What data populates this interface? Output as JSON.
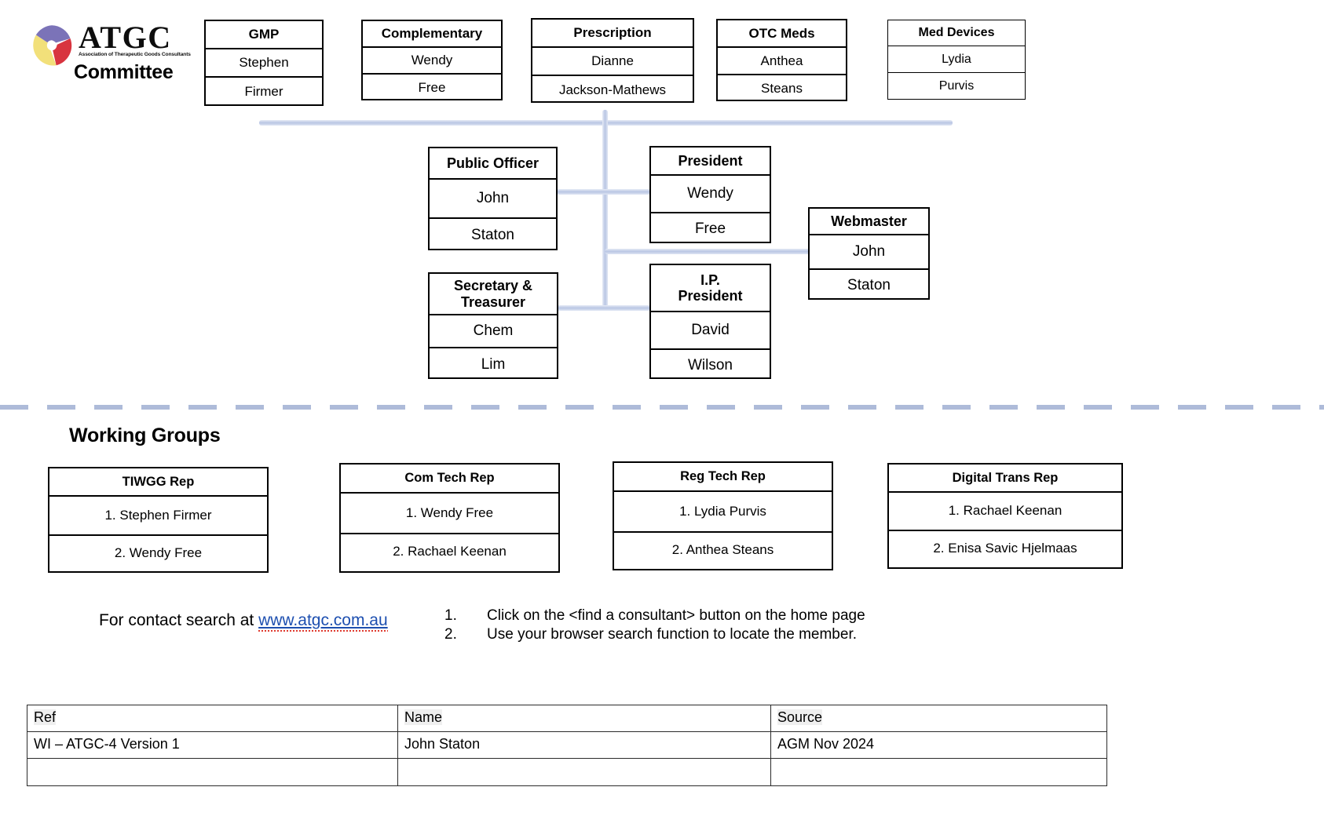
{
  "logo": {
    "wordmark": "ATGC",
    "subtitle": "Association of Therapeutic Goods Consultants",
    "icon": "atgc-swirl-logo",
    "colors": {
      "purple": "#7b73b8",
      "yellow": "#f2e07a",
      "red": "#d8343f"
    }
  },
  "page_title": "Committee",
  "committee_boxes": [
    {
      "title": "GMP",
      "line1": "Stephen",
      "line2": "Firmer"
    },
    {
      "title": "Complementary",
      "line1": "Wendy",
      "line2": "Free"
    },
    {
      "title": "Prescription",
      "line1": "Dianne",
      "line2": "Jackson-Mathews"
    },
    {
      "title": "OTC Meds",
      "line1": "Anthea",
      "line2": "Steans"
    },
    {
      "title": "Med Devices",
      "line1": "Lydia",
      "line2": "Purvis"
    }
  ],
  "exec_boxes": [
    {
      "title": "Public Officer",
      "line1": "John",
      "line2": "Staton"
    },
    {
      "title": "President",
      "line1": "Wendy",
      "line2": "Free"
    },
    {
      "title": "Webmaster",
      "line1": "John",
      "line2": "Staton"
    },
    {
      "title": "Secretary & Treasurer",
      "line1": "Chem",
      "line2": "Lim"
    },
    {
      "title": "I.P. President",
      "line1": "David",
      "line2": "Wilson"
    }
  ],
  "working_groups": {
    "heading": "Working Groups",
    "boxes": [
      {
        "title": "TIWGG Rep",
        "member1": "1. Stephen Firmer",
        "member2": "2. Wendy Free"
      },
      {
        "title": "Com Tech Rep",
        "member1": "1. Wendy Free",
        "member2": "2. Rachael Keenan"
      },
      {
        "title": "Reg Tech Rep",
        "member1": "1. Lydia Purvis",
        "member2": "2. Anthea Steans"
      },
      {
        "title": "Digital Trans Rep",
        "member1": "1. Rachael Keenan",
        "member2": "2. Enisa Savic Hjelmaas"
      }
    ]
  },
  "contact": {
    "prefix": "For contact search at ",
    "url": "www.atgc.com.au",
    "steps": [
      {
        "num": "1.",
        "text": "Click on the <find a consultant> button on the home page"
      },
      {
        "num": "2.",
        "text": "Use your browser search function to locate the member."
      }
    ]
  },
  "footer_table": {
    "headers": [
      "Ref",
      "Name",
      "Source"
    ],
    "rows": [
      [
        "WI – ATGC-4 Version 1",
        "John Staton",
        "AGM Nov 2024"
      ],
      [
        "",
        "",
        ""
      ]
    ]
  }
}
